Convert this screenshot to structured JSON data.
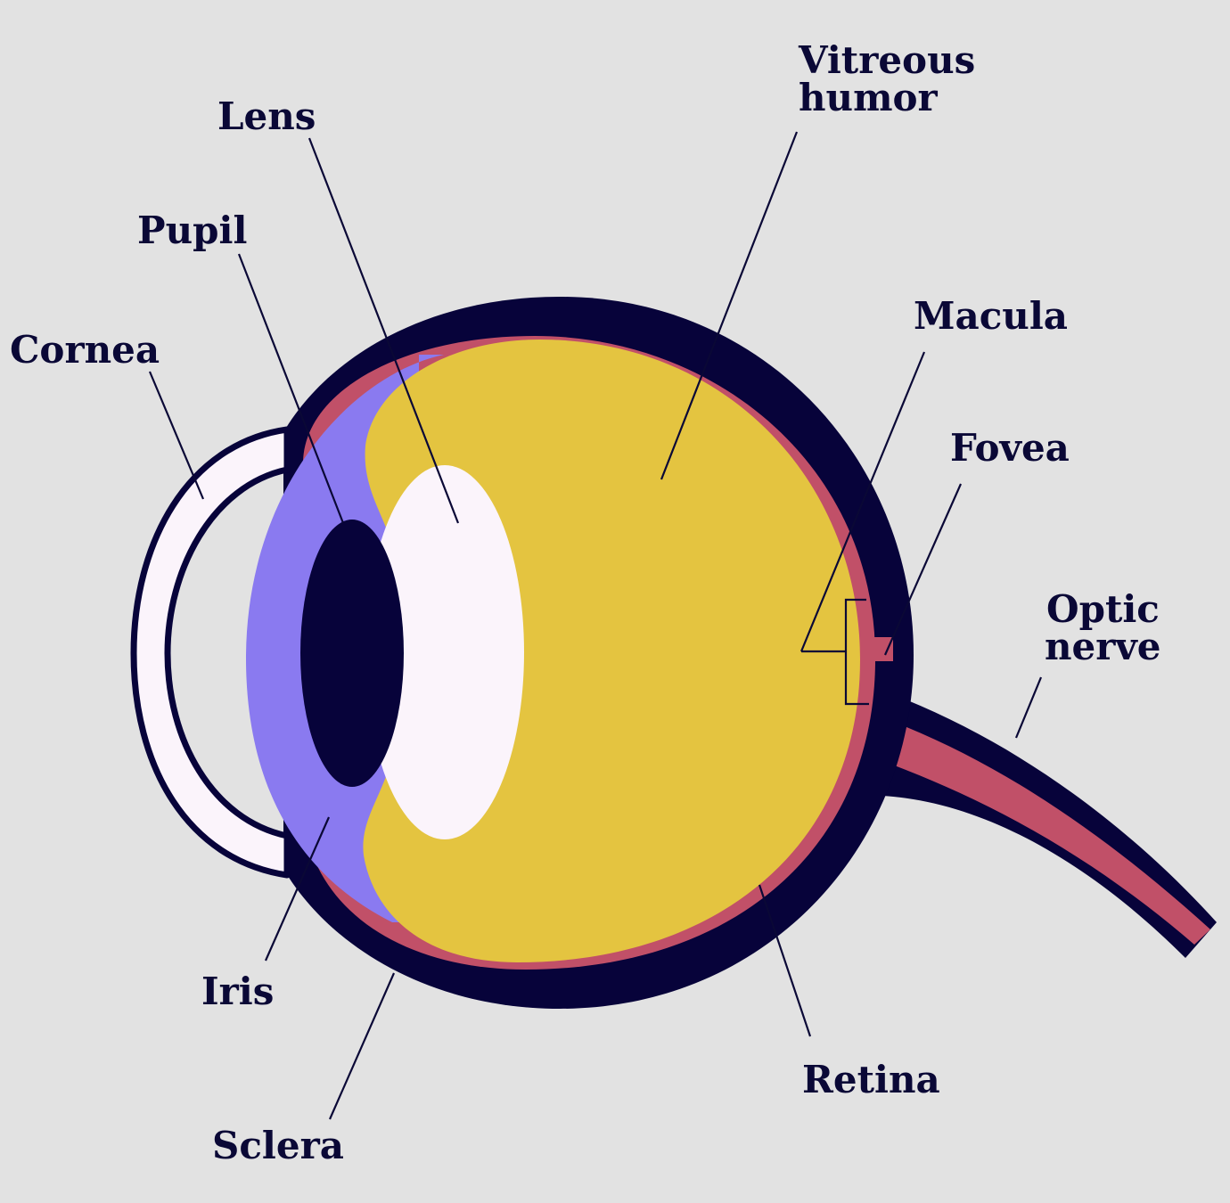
{
  "colors": {
    "background": "#e2e2e2",
    "sclera": "#07033a",
    "cornea": "#fbf4fb",
    "iris": "#8a7af0",
    "pupil": "#07033a",
    "lens": "#fbf4fb",
    "vitreous_humor": "#e4c440",
    "retina": "#c15068",
    "label_text": "#0a0836"
  },
  "labels": {
    "lens": "Lens",
    "vitreous_line1": "Vitreous",
    "vitreous_line2": "humor",
    "pupil": "Pupil",
    "cornea": "Cornea",
    "macula": "Macula",
    "fovea": "Fovea",
    "optic_line1": "Optic",
    "optic_line2": "nerve",
    "iris": "Iris",
    "retina": "Retina",
    "sclera": "Sclera"
  }
}
